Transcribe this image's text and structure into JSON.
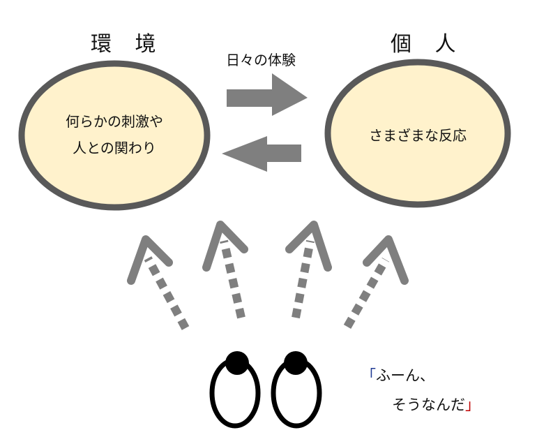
{
  "environment": {
    "title": "環 境",
    "content_lines": [
      "何らかの刺激や",
      "人との関わり"
    ]
  },
  "individual": {
    "title": "個 人",
    "content": "さまざまな反応"
  },
  "experience_label": "日々の体験",
  "speech": {
    "open_bracket": "「",
    "line1": "ふーん、",
    "line2": "そうなんだ",
    "close_bracket": "」"
  },
  "colors": {
    "ellipse_fill": "#fff2cc",
    "ellipse_stroke": "#595959",
    "arrow": "#7f7f7f",
    "open_bracket": "#1f3a93",
    "close_bracket": "#c00000"
  }
}
